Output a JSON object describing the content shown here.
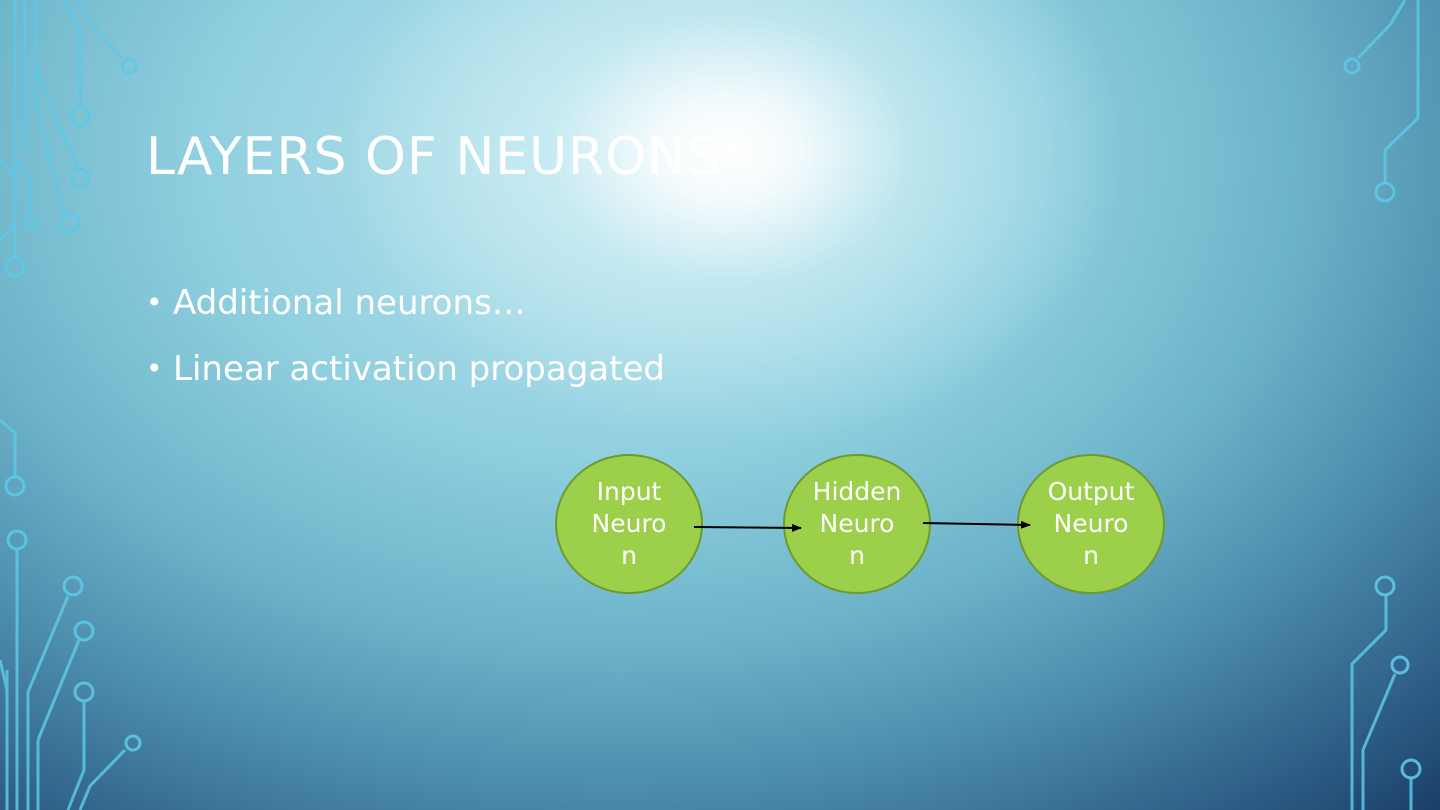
{
  "slide": {
    "title": "LAYERS OF NEURONS",
    "bullets": [
      "Additional neurons…",
      "Linear activation propagated"
    ]
  },
  "diagram": {
    "nodes": [
      {
        "id": "input",
        "label": "Input Neuron"
      },
      {
        "id": "hidden",
        "label": "Hidden Neuron"
      },
      {
        "id": "output",
        "label": "Output Neuron"
      }
    ],
    "colors": {
      "node_fill": "#9ccf4a",
      "node_stroke": "#6d9a2e",
      "arrow": "#000000"
    }
  }
}
